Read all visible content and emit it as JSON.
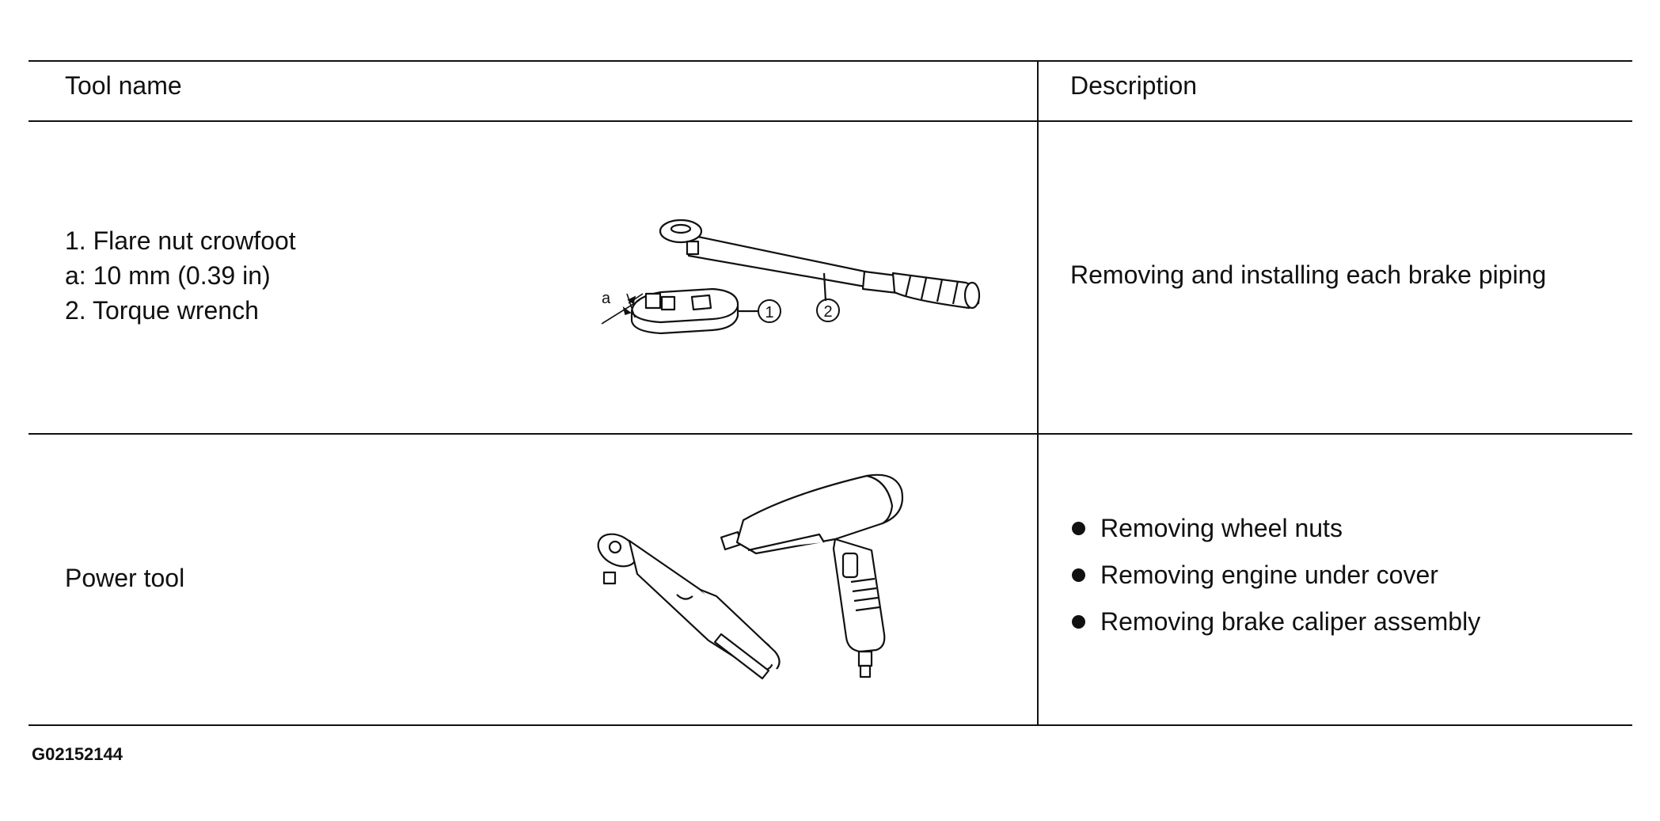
{
  "table": {
    "headers": {
      "tool_name": "Tool name",
      "description": "Description"
    },
    "rows": [
      {
        "tool_lines": [
          "1. Flare nut crowfoot",
          "a: 10 mm (0.39 in)",
          "2. Torque wrench"
        ],
        "illustration": "flare-nut-crowfoot-and-torque-wrench",
        "labels": {
          "a": "a",
          "crowfoot": "1",
          "wrench": "2"
        },
        "description": "Removing and installing each brake piping"
      },
      {
        "tool_lines": [
          "Power tool"
        ],
        "illustration": "air-ratchet-and-impact-wrench",
        "description_items": [
          "Removing wheel nuts",
          "Removing engine under cover",
          "Removing brake caliper assembly"
        ]
      }
    ]
  },
  "figure_code": "G02152144"
}
